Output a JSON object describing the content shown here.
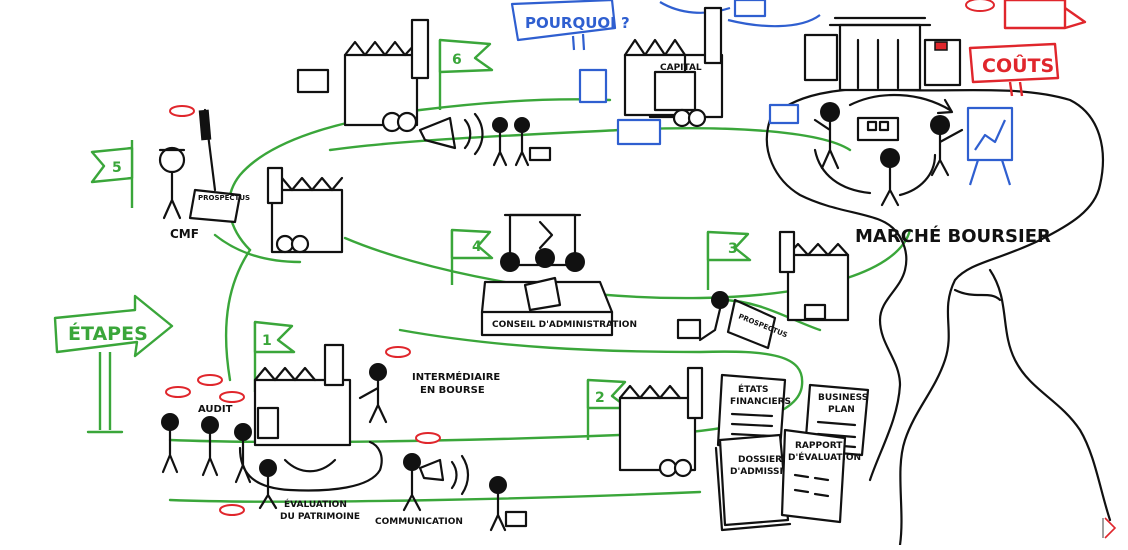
{
  "labels": {
    "etapes": "ÉTAPES",
    "pourquoi": "POURQUOI ?",
    "couts": "COÛTS",
    "marche_boursier": "MARCHÉ BOURSIER",
    "cmf": "CMF",
    "prospectus_1": "PROSPECTUS",
    "prospectus_2": "PROSPECTUS",
    "capital": "CAPITAL",
    "conseil": "CONSEIL  D'ADMINISTRATION",
    "audit": "AUDIT",
    "intermediaire_1": "INTERMÉDIAIRE",
    "intermediaire_2": "EN BOURSE",
    "evaluation_1": "ÉVALUATION",
    "evaluation_2": "DU PATRIMOINE",
    "communication": "COMMUNICATION",
    "etats_1": "ÉTATS",
    "etats_2": "FINANCIERS",
    "business_1": "BUSINESS",
    "business_2": "PLAN",
    "dossier_1": "DOSSIER",
    "dossier_2": "D'ADMISSION",
    "rapport_1": "RAPPORT",
    "rapport_2": "D'ÉVALUATION"
  },
  "steps": [
    "1",
    "2",
    "3",
    "4",
    "5",
    "6"
  ],
  "colors": {
    "ink": "#111111",
    "path": "#3aa63a",
    "pourquoi": "#2f5fd0",
    "couts": "#e0262c"
  }
}
